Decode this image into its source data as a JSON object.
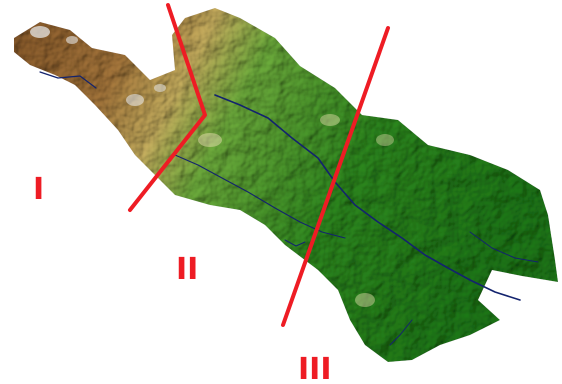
{
  "zones": [
    {
      "label": "I"
    },
    {
      "label": "II"
    },
    {
      "label": "III"
    }
  ],
  "colors": {
    "divider": "#ee1c24",
    "label": "#ee1c24",
    "river": "#13236e",
    "highland": "#8a5a2b",
    "midland": "#b9a64e",
    "lowland": "#2e8a1f",
    "peak": "#e6e6e6",
    "background": "#ffffff"
  }
}
